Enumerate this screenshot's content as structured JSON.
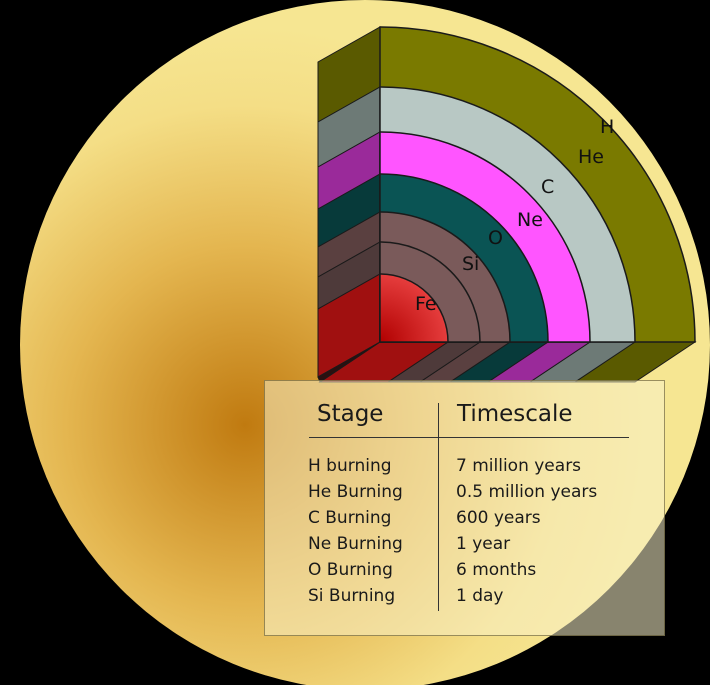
{
  "shells": [
    {
      "label": "H",
      "color": "#7a7a00"
    },
    {
      "label": "He",
      "color": "#b8c8c4"
    },
    {
      "label": "C",
      "color": "#ff55ff"
    },
    {
      "label": "Ne",
      "color": "#0a5454"
    },
    {
      "label": "O",
      "color": "#7a5a5a"
    },
    {
      "label": "Si",
      "color": "#7a5a5a"
    },
    {
      "label": "Fe",
      "color": "#ee1a1a"
    }
  ],
  "table": {
    "headers": {
      "stage": "Stage",
      "timescale": "Timescale"
    },
    "rows": [
      {
        "stage": "H burning",
        "timescale": "7 million years"
      },
      {
        "stage": "He Burning",
        "timescale": "0.5 million years"
      },
      {
        "stage": "C Burning",
        "timescale": "600 years"
      },
      {
        "stage": "Ne Burning",
        "timescale": "1 year"
      },
      {
        "stage": "O Burning",
        "timescale": "6 months"
      },
      {
        "stage": "Si Burning",
        "timescale": "1 day"
      }
    ]
  },
  "colors": {
    "star_center": "#c07a10",
    "star_edge": "#f4e07a",
    "background": "#0a1020"
  }
}
